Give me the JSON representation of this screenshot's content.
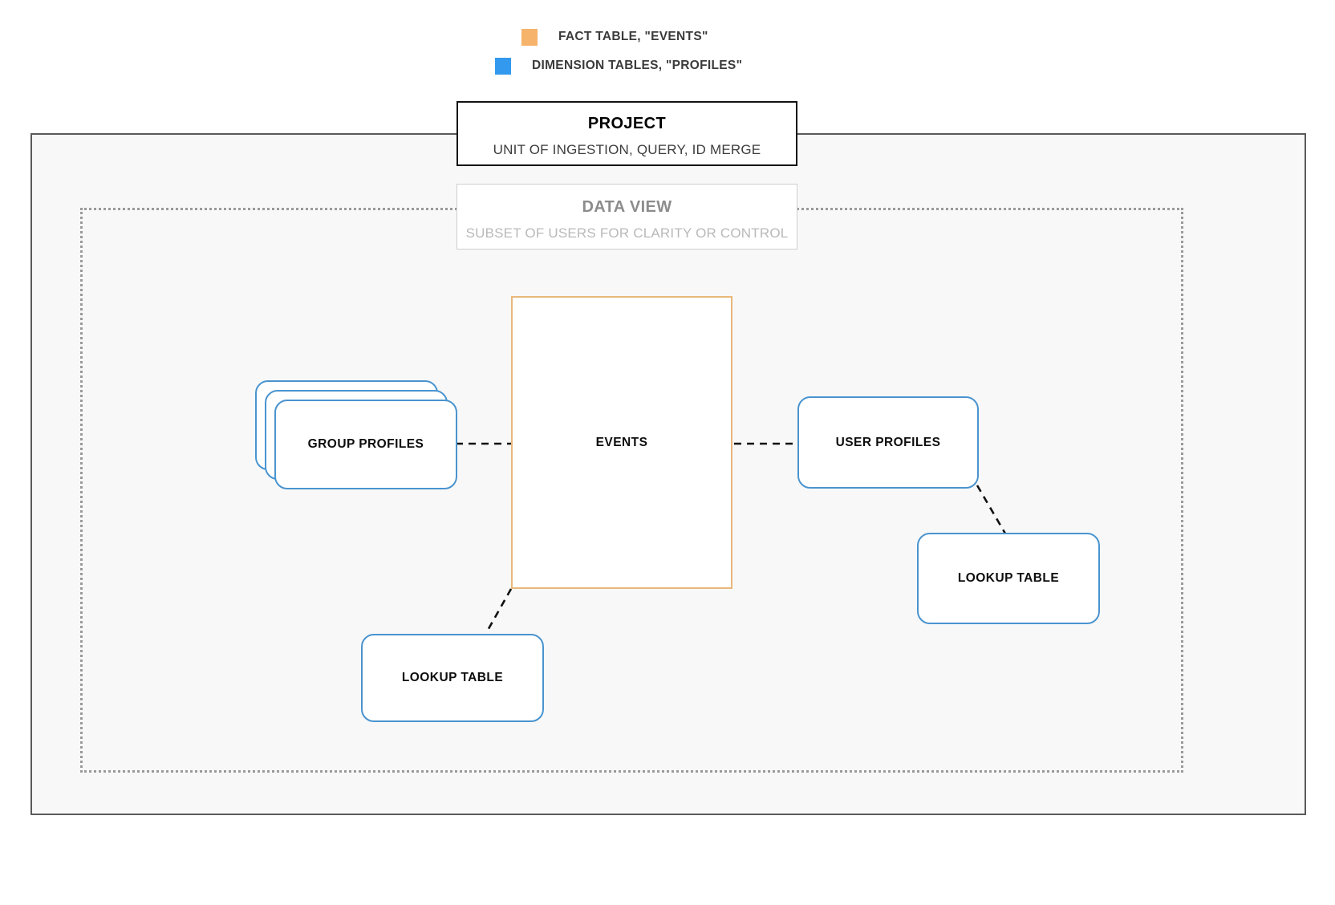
{
  "legend": {
    "items": [
      {
        "label": "FACT TABLE, \"EVENTS\"",
        "color": "#f5b36b",
        "icon": "orange-square-swatch"
      },
      {
        "label": "DIMENSION TABLES, \"PROFILES\"",
        "color": "#3399ee",
        "icon": "blue-square-swatch"
      }
    ]
  },
  "project": {
    "title": "PROJECT",
    "subtitle": "UNIT OF INGESTION, QUERY, ID MERGE",
    "border_color": "#111111"
  },
  "data_view": {
    "title": "DATA VIEW",
    "subtitle": "SUBSET OF USERS FOR CLARITY OR CONTROL",
    "border_color": "#cfcfcf"
  },
  "nodes": {
    "events": {
      "label": "EVENTS",
      "color": "#e8b87a",
      "kind": "fact-table"
    },
    "group_profiles": {
      "label": "GROUP PROFILES",
      "color": "#4a94cf",
      "kind": "dimension-table-stack",
      "stack_count": 3
    },
    "user_profiles": {
      "label": "USER PROFILES",
      "color": "#4a94cf",
      "kind": "dimension-table"
    },
    "lookup_table_left": {
      "label": "LOOKUP TABLE",
      "color": "#4a94cf",
      "kind": "dimension-table"
    },
    "lookup_table_right": {
      "label": "LOOKUP TABLE",
      "color": "#4a94cf",
      "kind": "dimension-table"
    }
  },
  "edges": {
    "style": "dashed",
    "color": "#111111",
    "connections": [
      {
        "from": "group_profiles",
        "to": "events"
      },
      {
        "from": "events",
        "to": "user_profiles"
      },
      {
        "from": "events",
        "to": "lookup_table_left"
      },
      {
        "from": "user_profiles",
        "to": "lookup_table_right"
      }
    ]
  }
}
